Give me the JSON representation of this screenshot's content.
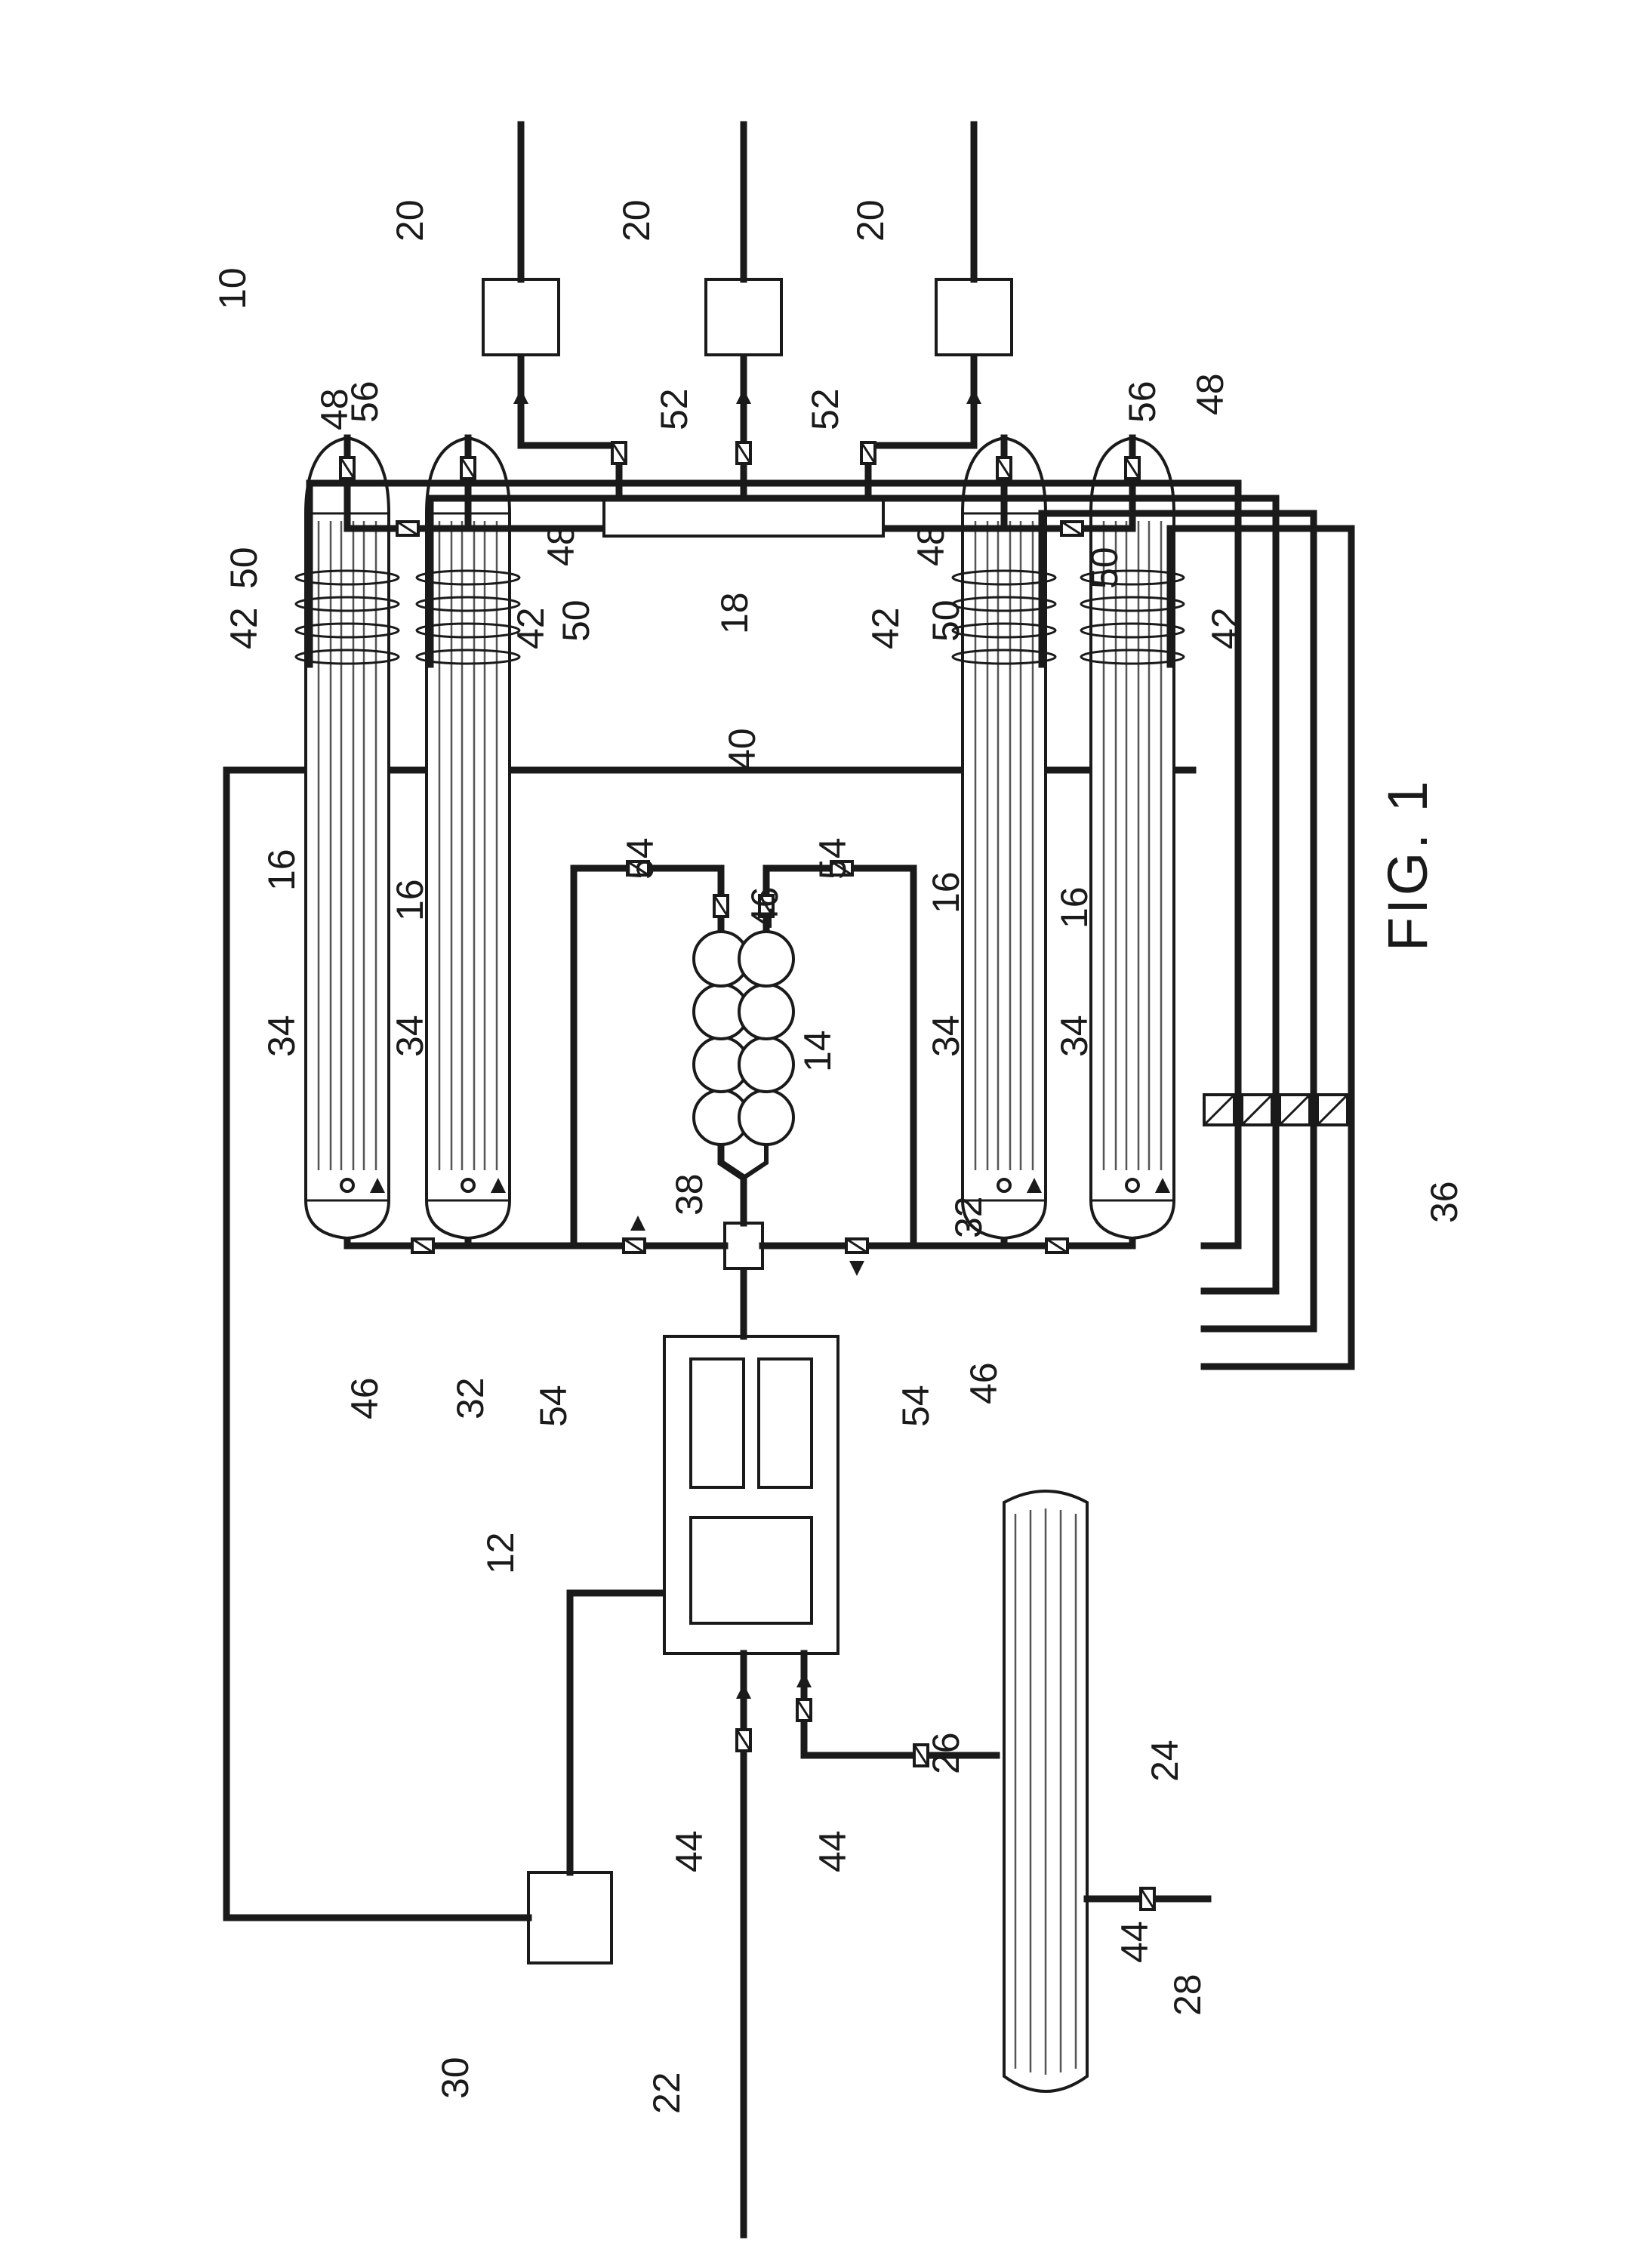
{
  "figure_label": "FIG. 1",
  "reference_numerals": {
    "system": "10",
    "controller": "12",
    "compressor": "14",
    "storage_tank": "16",
    "manifold": "18",
    "dispenser": "20",
    "supply_line": "22",
    "supply_tank": "24",
    "tank_line": "26",
    "tank_inlet": "28",
    "control_unit": "30",
    "distribution_line": "32",
    "temperature_sensor": "34",
    "sensor_module": "36",
    "junction": "38",
    "compressor_line": "40",
    "heat_exchanger_coil": "42",
    "inlet_valve": "44",
    "tank_valve": "46",
    "outlet_valve": "48",
    "check_valve": "50",
    "dispenser_valve": "52",
    "line_valve": "54",
    "manifold_valve": "56"
  }
}
